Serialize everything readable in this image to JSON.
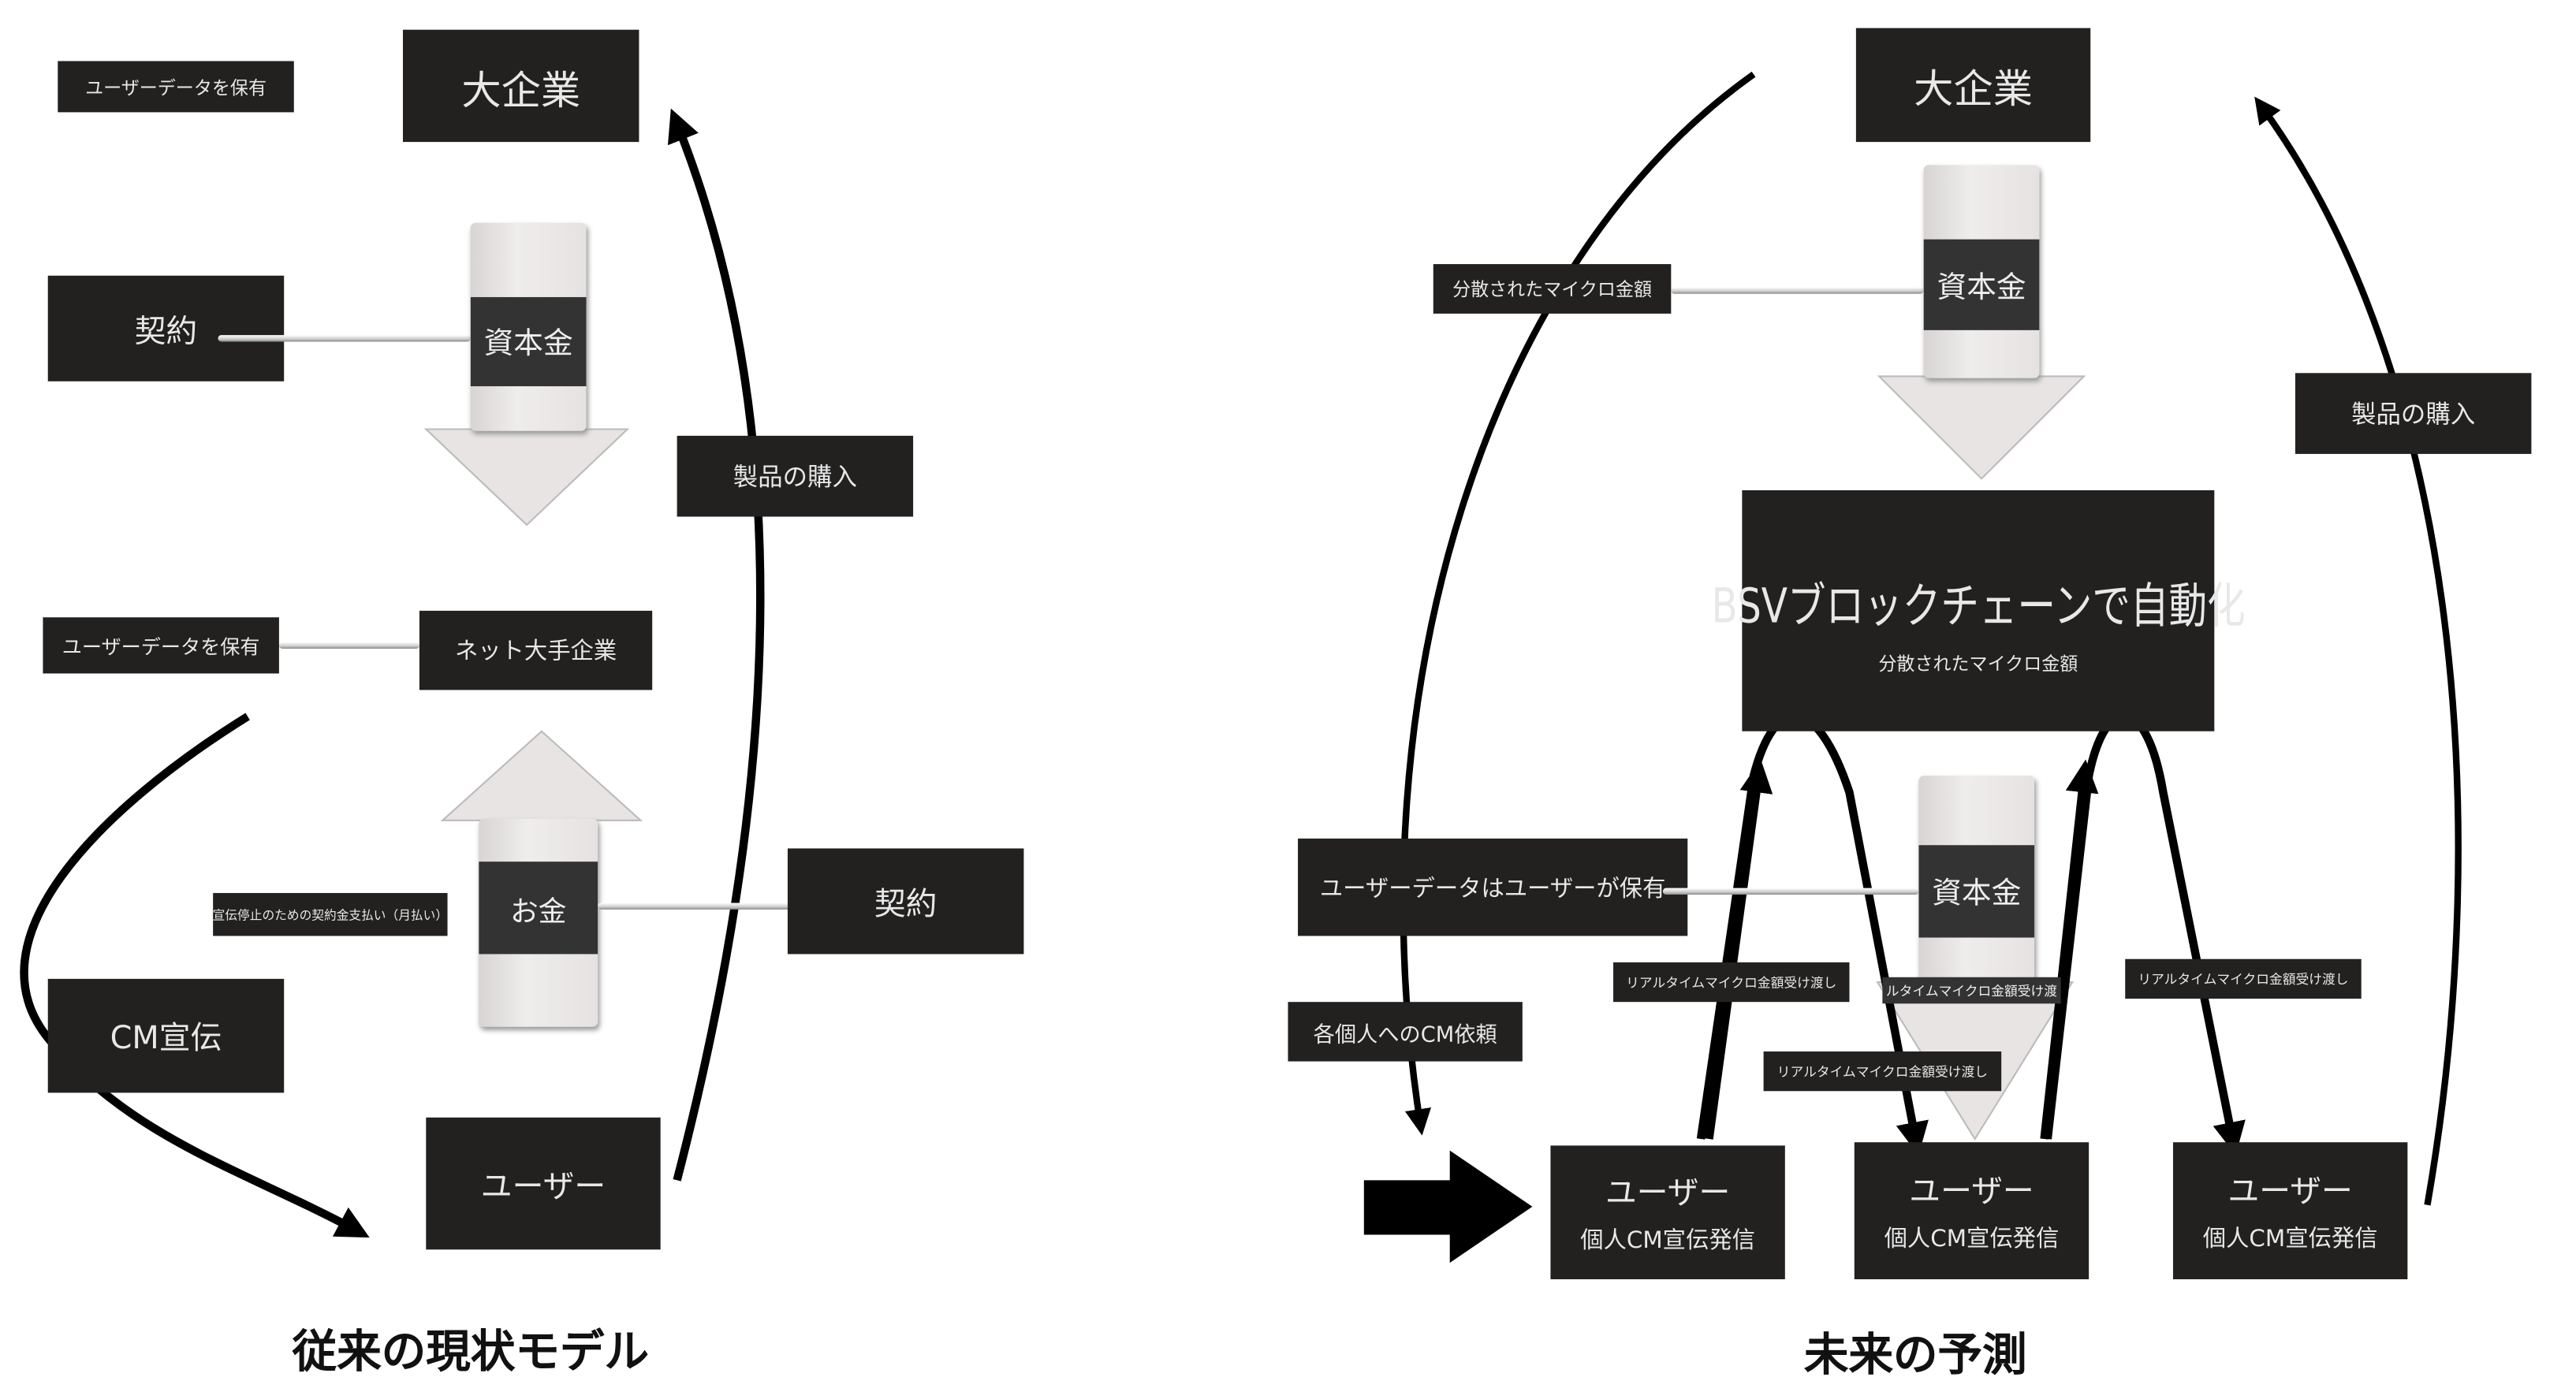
{
  "left": {
    "caption": "従来の現状モデル",
    "user_data_top": "ユーザーデータを保有",
    "big_company": "大企業",
    "contract_left": "契約",
    "capital": "資本金",
    "product_purchase": "製品の購入",
    "user_data_mid": "ユーザーデータを保有",
    "net_company": "ネット大手企業",
    "money": "お金",
    "ad_stop_payment": "宣伝停止のための契約金支払い（月払い）",
    "contract_right": "契約",
    "cm_ad": "CM宣伝",
    "user": "ユーザー"
  },
  "right": {
    "caption": "未来の予測",
    "big_company": "大企業",
    "distributed_micro": "分散されたマイクロ金額",
    "capital_top": "資本金",
    "product_purchase": "製品の購入",
    "bsv_title": "BSVブロックチェーンで自動化",
    "bsv_sub": "分散されたマイクロ金額",
    "capital_mid": "資本金",
    "user_data_owner": "ユーザーデータはユーザーが保有",
    "realtime_left": "リアルタイムマイクロ金額受け渡し",
    "realtime_center": "ルタイムマイクロ金額受け渡",
    "realtime_right": "リアルタイムマイクロ金額受け渡し",
    "realtime_bottom": "リアルタイムマイクロ金額受け渡し",
    "cm_request": "各個人へのCM依頼",
    "users": [
      {
        "name": "ユーザー",
        "sub": "個人CM宣伝発信"
      },
      {
        "name": "ユーザー",
        "sub": "個人CM宣伝発信"
      },
      {
        "name": "ユーザー",
        "sub": "個人CM宣伝発信"
      }
    ]
  }
}
